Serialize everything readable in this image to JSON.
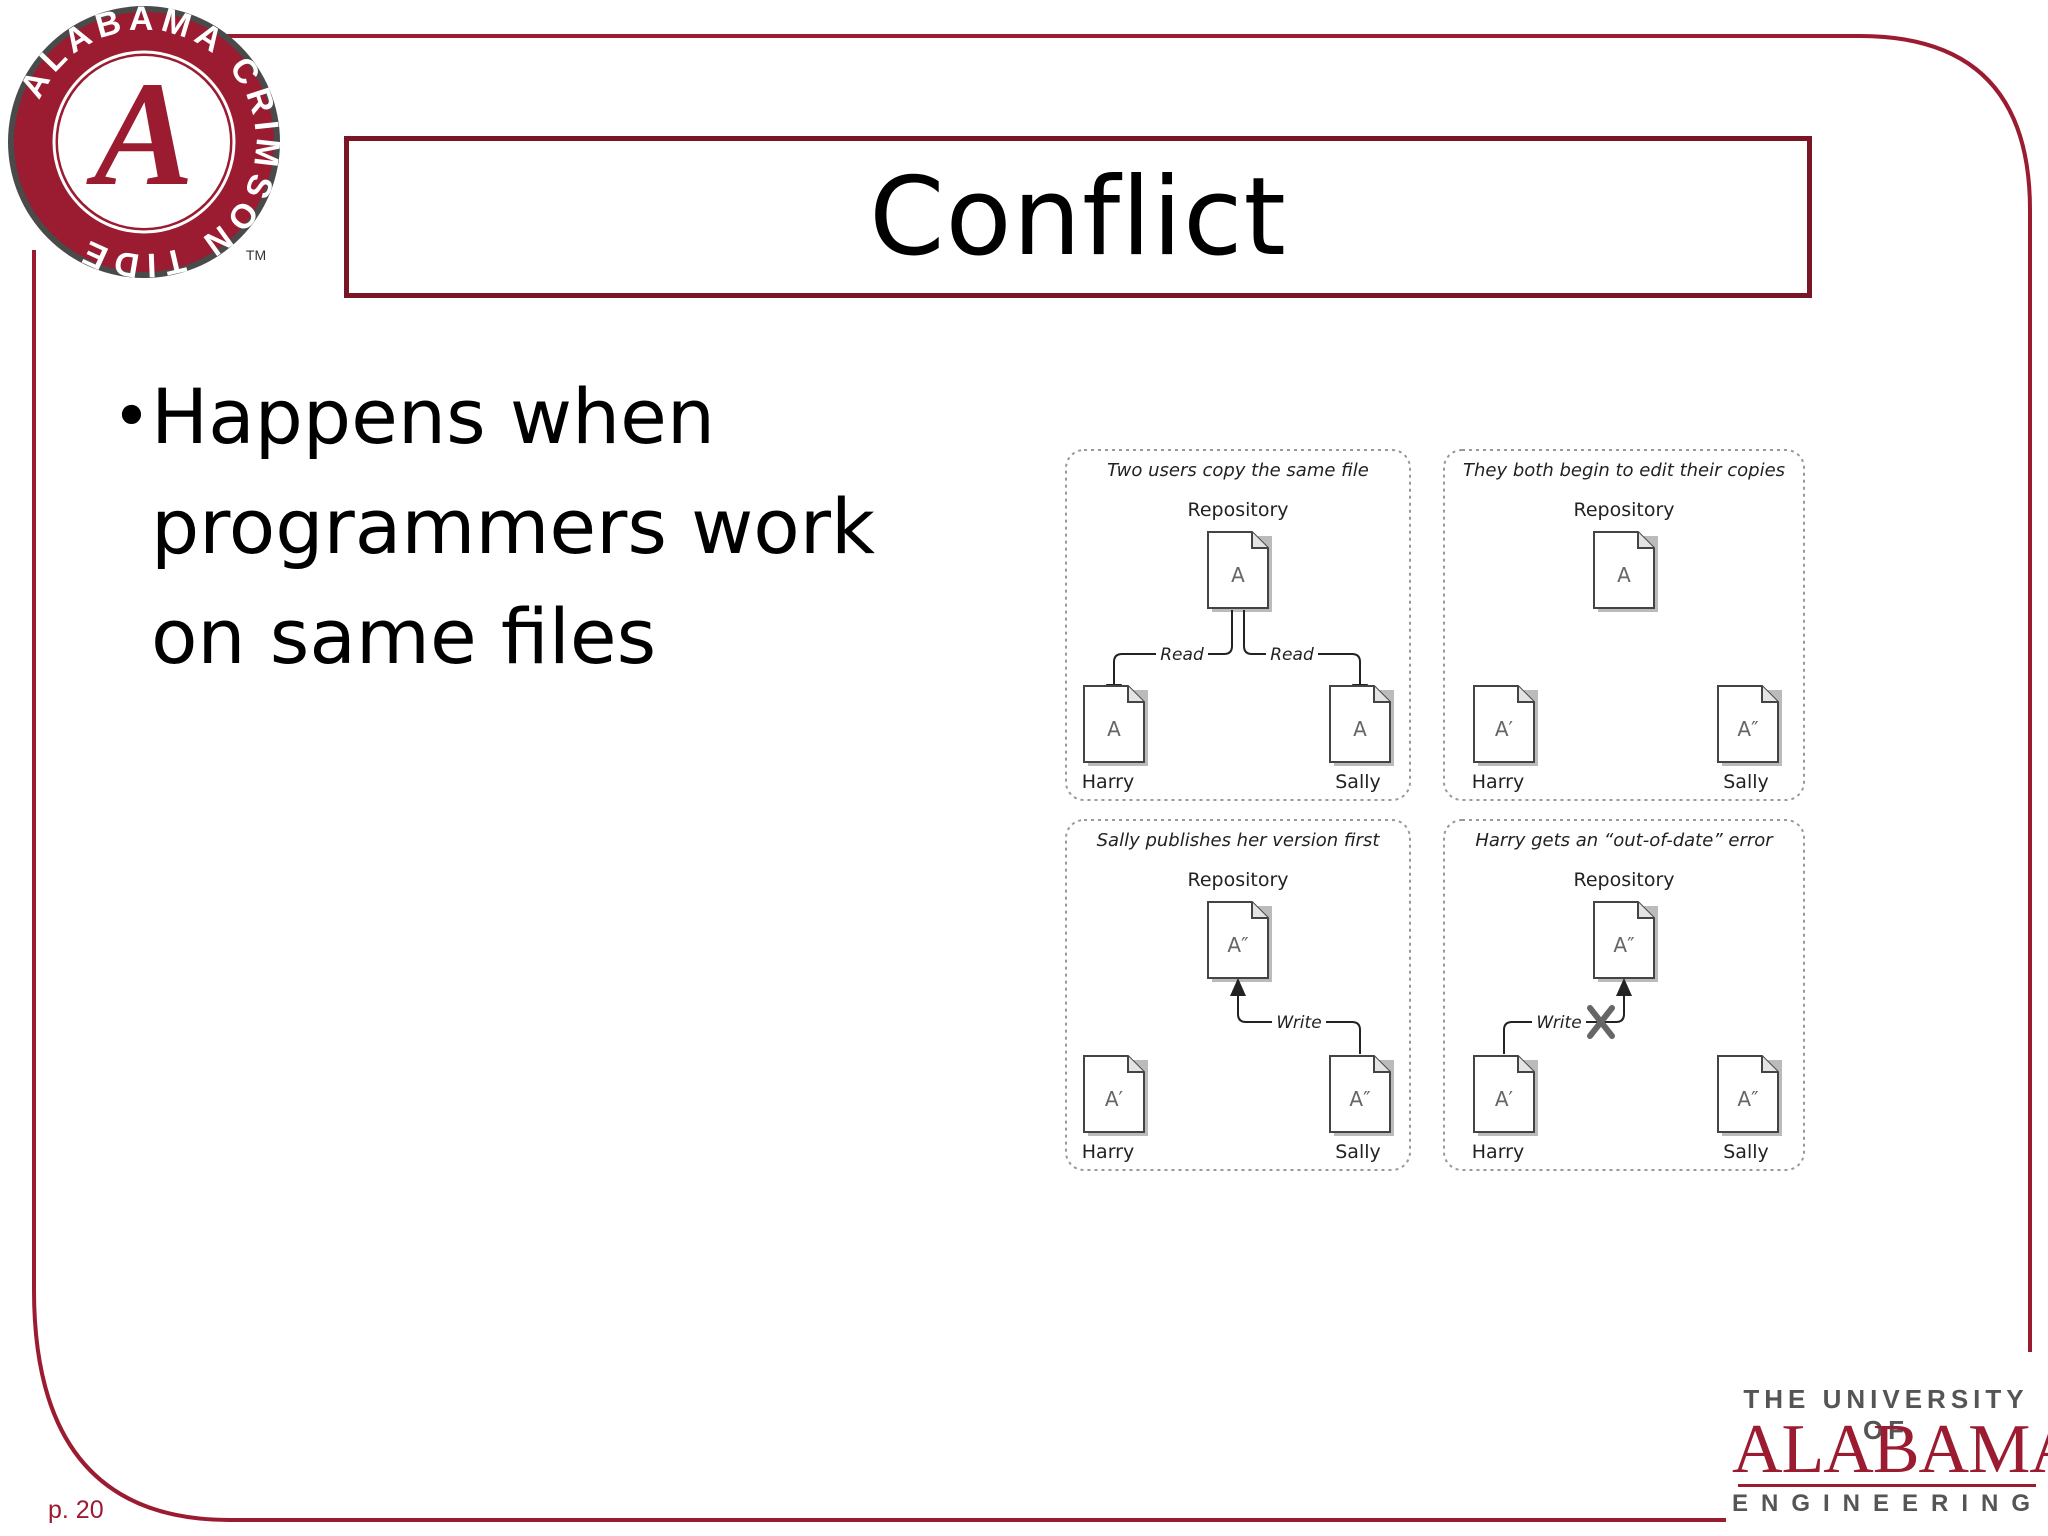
{
  "slide": {
    "title": "Conflict",
    "bullets": [
      {
        "text": "Happens when programmers work on same files"
      }
    ],
    "page_number": "p. 20"
  },
  "logo": {
    "name": "alabama-crimson-tide-logo",
    "letter": "A",
    "ring_text": "ALABAMA CRIMSON TIDE",
    "trademark": "TM"
  },
  "footer_logo": {
    "line1": "THE UNIVERSITY OF",
    "line2": "ALABAMA",
    "line3": "ENGINEERING"
  },
  "diagram": {
    "panels": [
      {
        "caption": "Two users copy the same file",
        "repository_label": "Repository",
        "repository_file": "A",
        "harry_label": "Harry",
        "harry_file": "A",
        "sally_label": "Sally",
        "sally_file": "A",
        "left_arrow_label": "Read",
        "right_arrow_label": "Read"
      },
      {
        "caption": "They both begin to edit their copies",
        "repository_label": "Repository",
        "repository_file": "A",
        "harry_label": "Harry",
        "harry_file": "A′",
        "sally_label": "Sally",
        "sally_file": "A″"
      },
      {
        "caption": "Sally publishes her version first",
        "repository_label": "Repository",
        "repository_file": "A″",
        "harry_label": "Harry",
        "harry_file": "A′",
        "sally_label": "Sally",
        "sally_file": "A″",
        "arrow_label": "Write"
      },
      {
        "caption": "Harry gets an “out-of-date” error",
        "repository_label": "Repository",
        "repository_file": "A″",
        "harry_label": "Harry",
        "harry_file": "A′",
        "sally_label": "Sally",
        "sally_file": "A″",
        "arrow_label": "Write"
      }
    ]
  },
  "colors": {
    "crimson": "#9b1b30",
    "title_border": "#7a1525",
    "logo_gray": "#555555"
  }
}
